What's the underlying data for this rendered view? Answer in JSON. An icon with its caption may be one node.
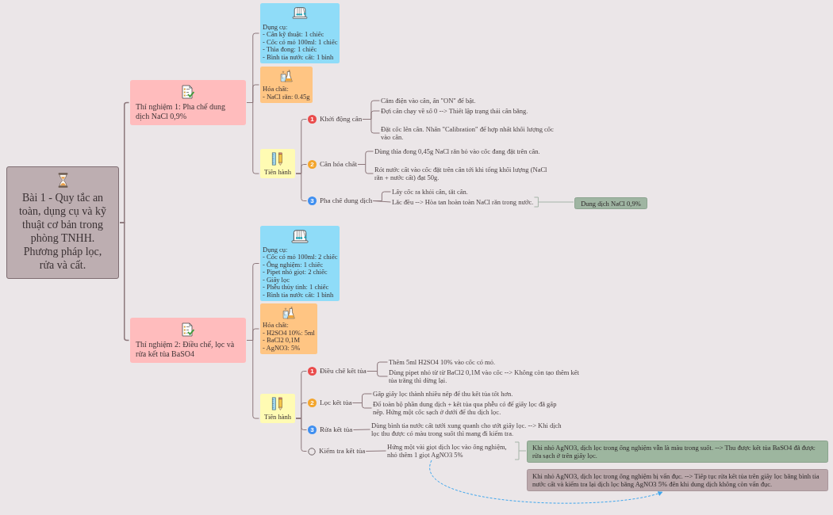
{
  "diagram": {
    "nodes": [
      {
        "text": [
          "Bài 1 - Quy tắc an toàn, dụng cụ và kỹ thuật cơ bản trong phòng TNHH. Phương pháp lọc, rửa và cất."
        ]
      },
      {
        "text": [
          "Thí nghiệm 1: Pha chế dung dịch NaCl 0,9%"
        ]
      },
      {
        "text": [
          "Dụng cụ:",
          "- Cân kỹ thuật: 1 chiếc",
          "- Cốc có mỏ 100ml: 1 chiếc",
          "- Thìa đong: 1 chiếc",
          "- Bình tia nước cất: 1 bình"
        ]
      },
      {
        "text": [
          "Hóa chất:",
          "- NaCl rắn: 0.45g"
        ]
      },
      {
        "text": [
          "Tiến hành"
        ]
      },
      {
        "text": [
          "1",
          "Khởi động cân"
        ]
      },
      {
        "text": [
          "Cắm điện vào cân, ấn \"ON\" để bật."
        ]
      },
      {
        "text": [
          "Đợi cân chạy về số 0 --> Thiết lập trạng thái cân bằng."
        ]
      },
      {
        "text": [
          "Đặt cốc lên cân. Nhấn \"Calibration\" để hợp nhất khối lượng cốc vào cân."
        ]
      },
      {
        "text": [
          "2",
          "Cân hóa chất"
        ]
      },
      {
        "text": [
          "Dùng thìa đong 0,45g NaCl rắn bỏ vào cốc đang đặt trên cân."
        ]
      },
      {
        "text": [
          "Rót nước cất vào cốc đặt trên cân tới khi tổng khối lượng (NaCl rắn + nước cất) đạt 50g."
        ]
      },
      {
        "text": [
          "3",
          "Pha chế dung dịch"
        ]
      },
      {
        "text": [
          "Lấy cốc ra khỏi cân, tắt cân."
        ]
      },
      {
        "text": [
          "Lắc đều --> Hòa tan hoàn toàn NaCl rắn trong nước."
        ]
      },
      {
        "text": [
          "Dung dịch NaCl 0,9%"
        ]
      },
      {
        "text": [
          "Thí nghiệm 2: Điều chế, lọc và rửa kết tủa BaSO4"
        ]
      },
      {
        "text": [
          "Dụng cụ:",
          "- Cốc có mỏ 100ml: 2 chiếc",
          "- Ống nghiệm: 1 chiếc",
          "- Pipet nhỏ giọt: 2 chiếc",
          "- Giấy lọc",
          "- Phễu thủy tinh: 1 chiếc",
          "- Bình tia nước cất: 1 bình"
        ]
      },
      {
        "text": [
          "Hóa chất:",
          "- H2SO4 10%: 5ml",
          "- BaCl2 0,1M",
          "- AgNO3: 5%"
        ]
      },
      {
        "text": [
          "Tiến hành"
        ]
      },
      {
        "text": [
          "1",
          "Điều chế kết tủa"
        ]
      },
      {
        "text": [
          "Thêm 5ml H2SO4 10% vào cốc có mỏ."
        ]
      },
      {
        "text": [
          "Dùng pipet nhỏ từ từ BaCl2 0,1M vào cốc --> Không còn tạo thêm kết tủa trắng thì dừng lại."
        ]
      },
      {
        "text": [
          "2",
          "Lọc kết tủa"
        ]
      },
      {
        "text": [
          "Gấp giấy lọc thành nhiều nếp để thu kết tủa tốt hơn."
        ]
      },
      {
        "text": [
          "Đổ toàn bộ phần dung dịch + kết tủa qua phễu có để giấy lọc đã gấp nếp. Hứng một cốc sạch ở dưới để thu dịch lọc."
        ]
      },
      {
        "text": [
          "3",
          "Rửa kết tủa"
        ]
      },
      {
        "text": [
          "Dùng bình tia nước cất tưới xung quanh cho ướt giấy lọc. --> Khi dịch lọc thu được có màu trong suốt thì mang đi kiểm tra."
        ]
      },
      {
        "text": [
          "Kiểm tra kết tủa"
        ]
      },
      {
        "text": [
          "Hứng một vài giọt dịch lọc vào ống nghiệm, nhỏ thêm 1 giọt AgNO3 5%"
        ]
      },
      {
        "text": [
          "Khi nhỏ AgNO3, dịch lọc trong ống nghiệm vẫn là màu trong suốt. --> Thu được kết tủa BaSO4 đã được rửa sạch ở trên giấy lọc."
        ]
      },
      {
        "text": [
          "Khi nhỏ AgNO3, dịch lọc trong ống nghiệm bị vẩn đục. --> Tiếp tục rửa kết tủa trên giấy lọc bằng bình tia nước cất và kiểm tra lại dịch lọc bằng AgNO3 5% đến khi dung dịch không còn vẩn đục."
        ]
      }
    ],
    "edges": [
      {
        "from": 0,
        "to": 1,
        "arrow": "none"
      },
      {
        "from": 0,
        "to": 16,
        "arrow": "none"
      },
      {
        "from": 1,
        "to": 2,
        "arrow": "none"
      },
      {
        "from": 1,
        "to": 3,
        "arrow": "none"
      },
      {
        "from": 1,
        "to": 4,
        "arrow": "none"
      },
      {
        "from": 4,
        "to": 5,
        "arrow": "none"
      },
      {
        "from": 4,
        "to": 9,
        "arrow": "none"
      },
      {
        "from": 4,
        "to": 12,
        "arrow": "none"
      },
      {
        "from": 5,
        "to": 6,
        "arrow": "none"
      },
      {
        "from": 5,
        "to": 7,
        "arrow": "none"
      },
      {
        "from": 5,
        "to": 8,
        "arrow": "none"
      },
      {
        "from": 9,
        "to": 10,
        "arrow": "none"
      },
      {
        "from": 9,
        "to": 11,
        "arrow": "none"
      },
      {
        "from": 12,
        "to": 13,
        "arrow": "none"
      },
      {
        "from": 12,
        "to": 14,
        "arrow": "none"
      },
      {
        "from": 14,
        "to": 15,
        "arrow": "none",
        "color": "#a5b4a8"
      },
      {
        "from": 16,
        "to": 17,
        "arrow": "none"
      },
      {
        "from": 16,
        "to": 18,
        "arrow": "none"
      },
      {
        "from": 16,
        "to": 19,
        "arrow": "none"
      },
      {
        "from": 19,
        "to": 20,
        "arrow": "none"
      },
      {
        "from": 19,
        "to": 23,
        "arrow": "none"
      },
      {
        "from": 19,
        "to": 26,
        "arrow": "none"
      },
      {
        "from": 19,
        "to": 28,
        "arrow": "none"
      },
      {
        "from": 20,
        "to": 21,
        "arrow": "none"
      },
      {
        "from": 20,
        "to": 22,
        "arrow": "none"
      },
      {
        "from": 23,
        "to": 24,
        "arrow": "none"
      },
      {
        "from": 23,
        "to": 25,
        "arrow": "none"
      },
      {
        "from": 26,
        "to": 27,
        "arrow": "none"
      },
      {
        "from": 28,
        "to": 29,
        "arrow": "none"
      },
      {
        "from": 29,
        "to": 30,
        "arrow": "none",
        "color": "#a5b4a8"
      },
      {
        "from": 29,
        "to": 31,
        "arrow": "to",
        "style": "dashed",
        "color": "#3ea6ee"
      }
    ]
  }
}
